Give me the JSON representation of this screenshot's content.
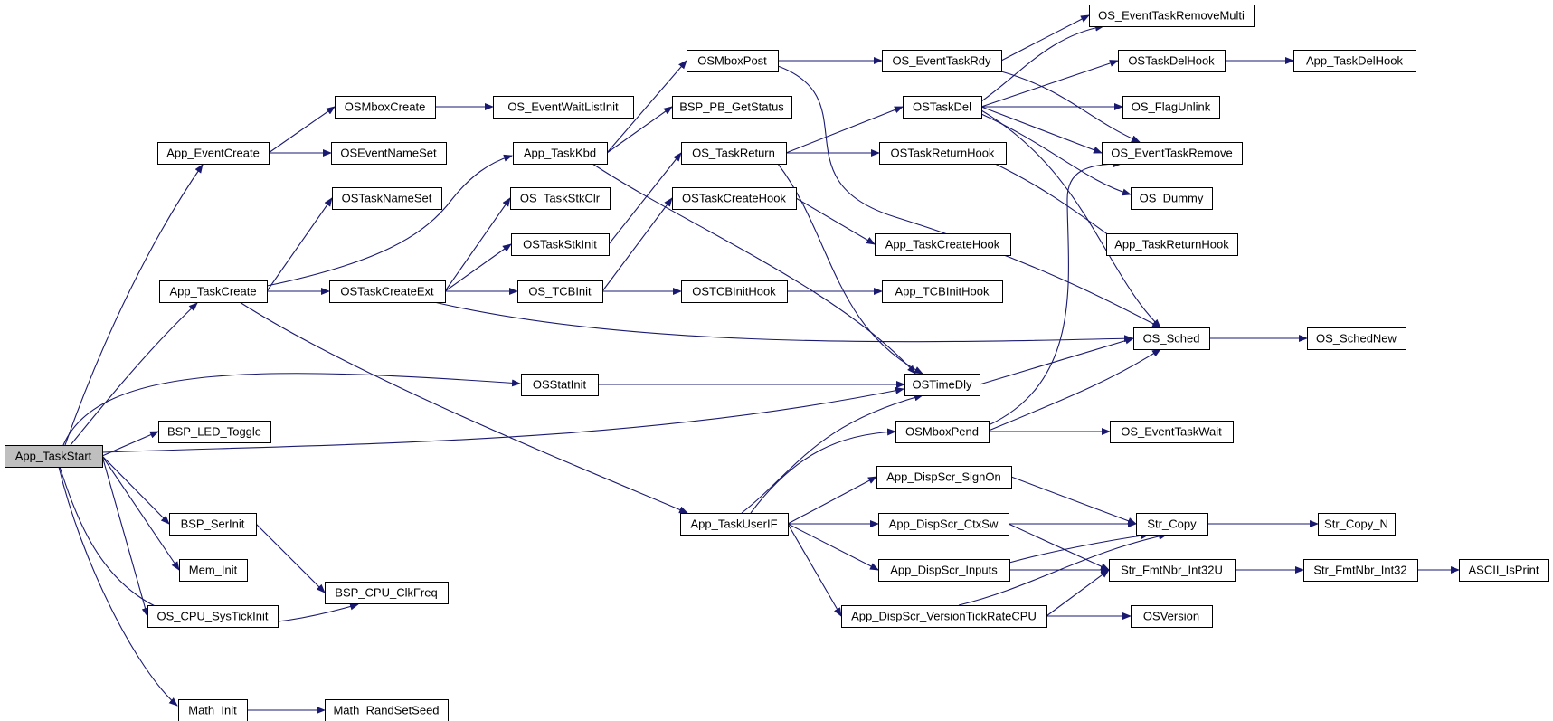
{
  "colors": {
    "edge": "#191970",
    "node_border": "#000000",
    "node_fill": "#ffffff",
    "root_fill": "#bfbfbf"
  },
  "nodes": {
    "App_TaskStart": "App_TaskStart",
    "App_EventCreate": "App_EventCreate",
    "OSMboxCreate": "OSMboxCreate",
    "OS_EventWaitListInit": "OS_EventWaitListInit",
    "OSEventNameSet": "OSEventNameSet",
    "OSTaskNameSet": "OSTaskNameSet",
    "App_TaskCreate": "App_TaskCreate",
    "OSTaskCreateExt": "OSTaskCreateExt",
    "OS_TaskStkClr": "OS_TaskStkClr",
    "OSTaskStkInit": "OSTaskStkInit",
    "OS_TCBInit": "OS_TCBInit",
    "App_TaskKbd": "App_TaskKbd",
    "OSMboxPost": "OSMboxPost",
    "BSP_PB_GetStatus": "BSP_PB_GetStatus",
    "OS_TaskReturn": "OS_TaskReturn",
    "OSTaskCreateHook": "OSTaskCreateHook",
    "OSTCBInitHook": "OSTCBInitHook",
    "OS_EventTaskRdy": "OS_EventTaskRdy",
    "OSTaskDel": "OSTaskDel",
    "OSTaskReturnHook": "OSTaskReturnHook",
    "App_TaskCreateHook": "App_TaskCreateHook",
    "App_TCBInitHook": "App_TCBInitHook",
    "OS_EventTaskRemoveMulti": "OS_EventTaskRemoveMulti",
    "OSTaskDelHook": "OSTaskDelHook",
    "App_TaskDelHook": "App_TaskDelHook",
    "OS_FlagUnlink": "OS_FlagUnlink",
    "OS_EventTaskRemove": "OS_EventTaskRemove",
    "OS_Dummy": "OS_Dummy",
    "App_TaskReturnHook": "App_TaskReturnHook",
    "OS_Sched": "OS_Sched",
    "OS_SchedNew": "OS_SchedNew",
    "OSStatInit": "OSStatInit",
    "OSTimeDly": "OSTimeDly",
    "BSP_LED_Toggle": "BSP_LED_Toggle",
    "OSMboxPend": "OSMboxPend",
    "OS_EventTaskWait": "OS_EventTaskWait",
    "BSP_SerInit": "BSP_SerInit",
    "Mem_Init": "Mem_Init",
    "OS_CPU_SysTickInit": "OS_CPU_SysTickInit",
    "BSP_CPU_ClkFreq": "BSP_CPU_ClkFreq",
    "Math_Init": "Math_Init",
    "Math_RandSetSeed": "Math_RandSetSeed",
    "App_TaskUserIF": "App_TaskUserIF",
    "App_DispScr_SignOn": "App_DispScr_SignOn",
    "App_DispScr_CtxSw": "App_DispScr_CtxSw",
    "App_DispScr_Inputs": "App_DispScr_Inputs",
    "App_DispScr_VersionTickRateCPU": "App_DispScr_VersionTickRateCPU",
    "Str_Copy": "Str_Copy",
    "Str_Copy_N": "Str_Copy_N",
    "Str_FmtNbr_Int32U": "Str_FmtNbr_Int32U",
    "Str_FmtNbr_Int32": "Str_FmtNbr_Int32",
    "ASCII_IsPrint": "ASCII_IsPrint",
    "OSVersion": "OSVersion"
  },
  "edges": [
    [
      "App_TaskStart",
      "App_EventCreate"
    ],
    [
      "App_TaskStart",
      "App_TaskCreate"
    ],
    [
      "App_TaskStart",
      "OSStatInit"
    ],
    [
      "App_TaskStart",
      "OSTimeDly"
    ],
    [
      "App_TaskStart",
      "BSP_LED_Toggle"
    ],
    [
      "App_TaskStart",
      "BSP_SerInit"
    ],
    [
      "App_TaskStart",
      "Mem_Init"
    ],
    [
      "App_TaskStart",
      "OS_CPU_SysTickInit"
    ],
    [
      "App_TaskStart",
      "BSP_CPU_ClkFreq"
    ],
    [
      "App_TaskStart",
      "Math_Init"
    ],
    [
      "App_EventCreate",
      "OSMboxCreate"
    ],
    [
      "App_EventCreate",
      "OSEventNameSet"
    ],
    [
      "OSMboxCreate",
      "OS_EventWaitListInit"
    ],
    [
      "App_TaskCreate",
      "OSTaskNameSet"
    ],
    [
      "App_TaskCreate",
      "App_TaskKbd"
    ],
    [
      "App_TaskCreate",
      "OSTaskCreateExt"
    ],
    [
      "App_TaskCreate",
      "App_TaskUserIF"
    ],
    [
      "OSTaskCreateExt",
      "OS_TaskStkClr"
    ],
    [
      "OSTaskCreateExt",
      "OSTaskStkInit"
    ],
    [
      "OSTaskCreateExt",
      "OS_TCBInit"
    ],
    [
      "OSTaskCreateExt",
      "OS_Sched"
    ],
    [
      "OSTaskStkInit",
      "OS_TaskReturn"
    ],
    [
      "OS_TCBInit",
      "OSTaskCreateHook"
    ],
    [
      "OS_TCBInit",
      "OSTCBInitHook"
    ],
    [
      "App_TaskKbd",
      "OSMboxPost"
    ],
    [
      "App_TaskKbd",
      "BSP_PB_GetStatus"
    ],
    [
      "App_TaskKbd",
      "OSTimeDly"
    ],
    [
      "OSMboxPost",
      "OS_EventTaskRdy"
    ],
    [
      "OSMboxPost",
      "OS_Sched"
    ],
    [
      "OS_EventTaskRdy",
      "OS_EventTaskRemoveMulti"
    ],
    [
      "OS_EventTaskRdy",
      "OS_EventTaskRemove"
    ],
    [
      "OS_TaskReturn",
      "OSTaskDel"
    ],
    [
      "OS_TaskReturn",
      "OSTaskReturnHook"
    ],
    [
      "OS_TaskReturn",
      "OSTimeDly"
    ],
    [
      "OSTaskCreateHook",
      "App_TaskCreateHook"
    ],
    [
      "OSTCBInitHook",
      "App_TCBInitHook"
    ],
    [
      "OSTaskDel",
      "OS_EventTaskRemoveMulti"
    ],
    [
      "OSTaskDel",
      "OSTaskDelHook"
    ],
    [
      "OSTaskDel",
      "OS_FlagUnlink"
    ],
    [
      "OSTaskDel",
      "OS_EventTaskRemove"
    ],
    [
      "OSTaskDel",
      "OS_Dummy"
    ],
    [
      "OSTaskDel",
      "OS_Sched"
    ],
    [
      "OSTaskDelHook",
      "App_TaskDelHook"
    ],
    [
      "OSTaskReturnHook",
      "App_TaskReturnHook"
    ],
    [
      "OS_Sched",
      "OS_SchedNew"
    ],
    [
      "OSStatInit",
      "OSTimeDly"
    ],
    [
      "OSTimeDly",
      "OS_Sched"
    ],
    [
      "OSMboxPend",
      "OS_EventTaskRemove"
    ],
    [
      "OSMboxPend",
      "OS_Sched"
    ],
    [
      "OSMboxPend",
      "OS_EventTaskWait"
    ],
    [
      "BSP_SerInit",
      "BSP_CPU_ClkFreq"
    ],
    [
      "Math_Init",
      "Math_RandSetSeed"
    ],
    [
      "App_TaskUserIF",
      "OSTimeDly"
    ],
    [
      "App_TaskUserIF",
      "OSMboxPend"
    ],
    [
      "App_TaskUserIF",
      "App_DispScr_SignOn"
    ],
    [
      "App_TaskUserIF",
      "App_DispScr_CtxSw"
    ],
    [
      "App_TaskUserIF",
      "App_DispScr_Inputs"
    ],
    [
      "App_TaskUserIF",
      "App_DispScr_VersionTickRateCPU"
    ],
    [
      "App_DispScr_SignOn",
      "Str_Copy"
    ],
    [
      "App_DispScr_CtxSw",
      "Str_Copy"
    ],
    [
      "App_DispScr_CtxSw",
      "Str_FmtNbr_Int32U"
    ],
    [
      "App_DispScr_Inputs",
      "Str_Copy"
    ],
    [
      "App_DispScr_Inputs",
      "Str_FmtNbr_Int32U"
    ],
    [
      "App_DispScr_VersionTickRateCPU",
      "Str_Copy"
    ],
    [
      "App_DispScr_VersionTickRateCPU",
      "Str_FmtNbr_Int32U"
    ],
    [
      "App_DispScr_VersionTickRateCPU",
      "OSVersion"
    ],
    [
      "Str_Copy",
      "Str_Copy_N"
    ],
    [
      "Str_FmtNbr_Int32U",
      "Str_FmtNbr_Int32"
    ],
    [
      "Str_FmtNbr_Int32",
      "ASCII_IsPrint"
    ]
  ]
}
